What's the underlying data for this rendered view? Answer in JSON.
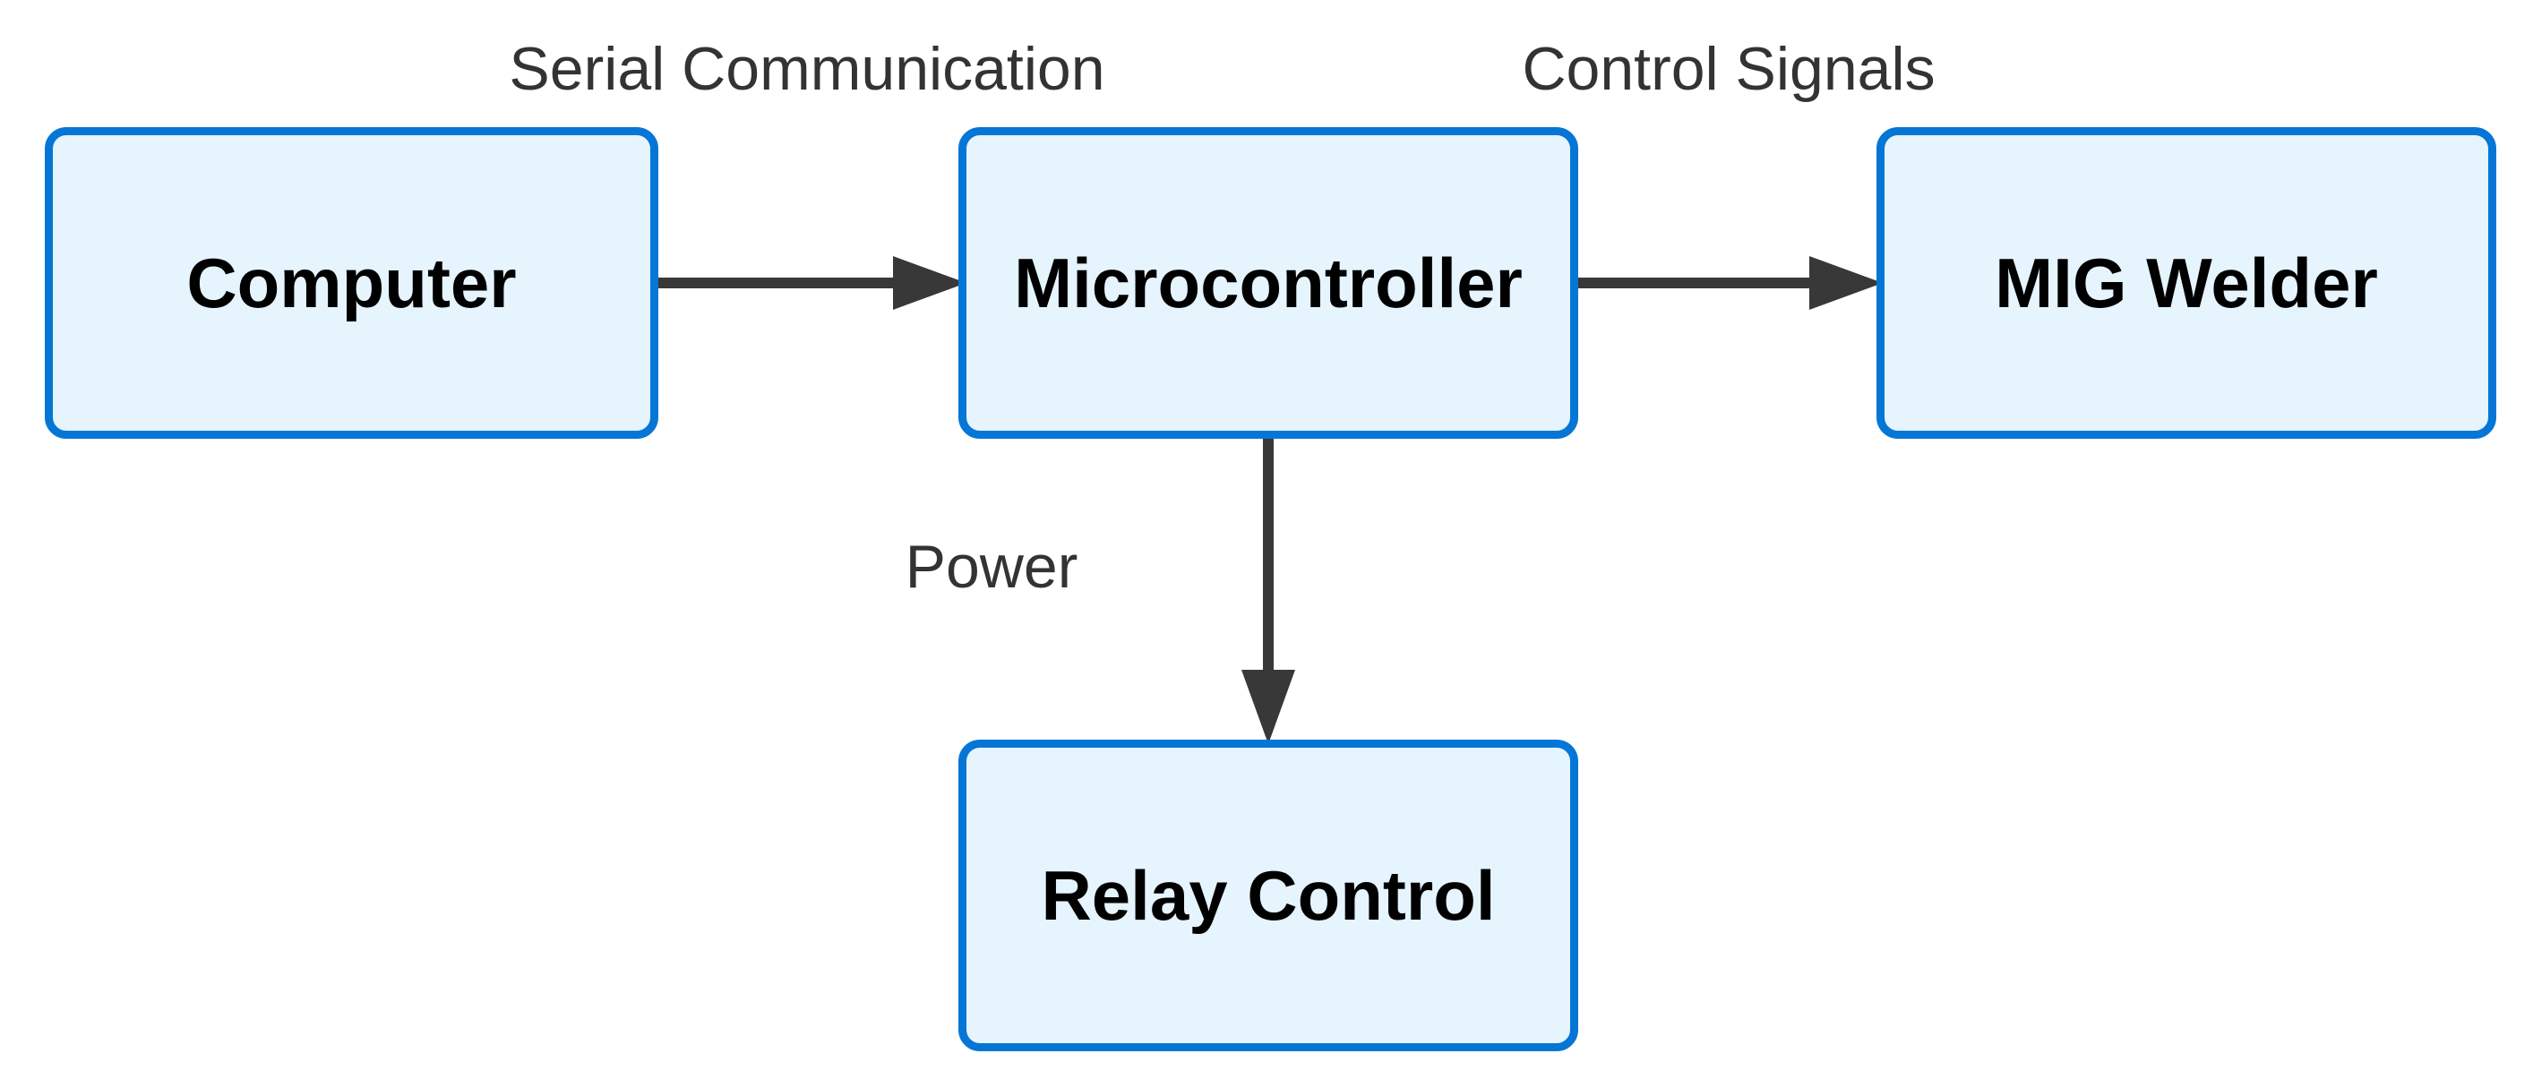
{
  "diagram": {
    "type": "flowchart",
    "direction": "left-to-right",
    "nodes": [
      {
        "id": "computer",
        "label": "Computer"
      },
      {
        "id": "microcontroller",
        "label": "Microcontroller"
      },
      {
        "id": "mig-welder",
        "label": "MIG Welder"
      },
      {
        "id": "relay-control",
        "label": "Relay Control"
      }
    ],
    "edges": [
      {
        "from": "Computer",
        "to": "Microcontroller",
        "label": "Serial Communication",
        "direction": "right"
      },
      {
        "from": "Microcontroller",
        "to": "MIG Welder",
        "label": "Control Signals",
        "direction": "right"
      },
      {
        "from": "Microcontroller",
        "to": "Relay Control",
        "label": "Power",
        "direction": "down"
      }
    ],
    "colors": {
      "node_fill": "#e5f4fd",
      "node_border": "#0576d6",
      "arrow": "#383838",
      "edge_label_text": "#333333",
      "node_text": "#000000",
      "background": "#ffffff"
    }
  }
}
